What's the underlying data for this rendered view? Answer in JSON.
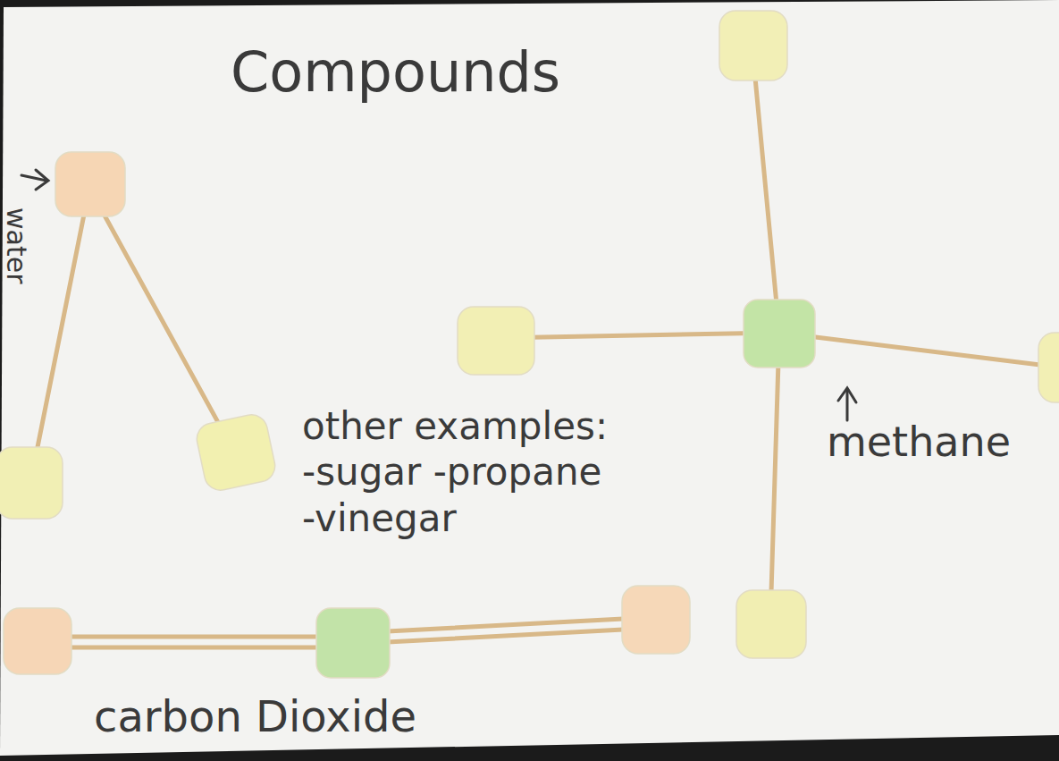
{
  "diagram": {
    "title": "Compounds",
    "labels": [
      "water",
      "other examples:",
      "-sugar -propane",
      "-vinegar",
      "methane",
      "carbon Dioxide"
    ]
  }
}
